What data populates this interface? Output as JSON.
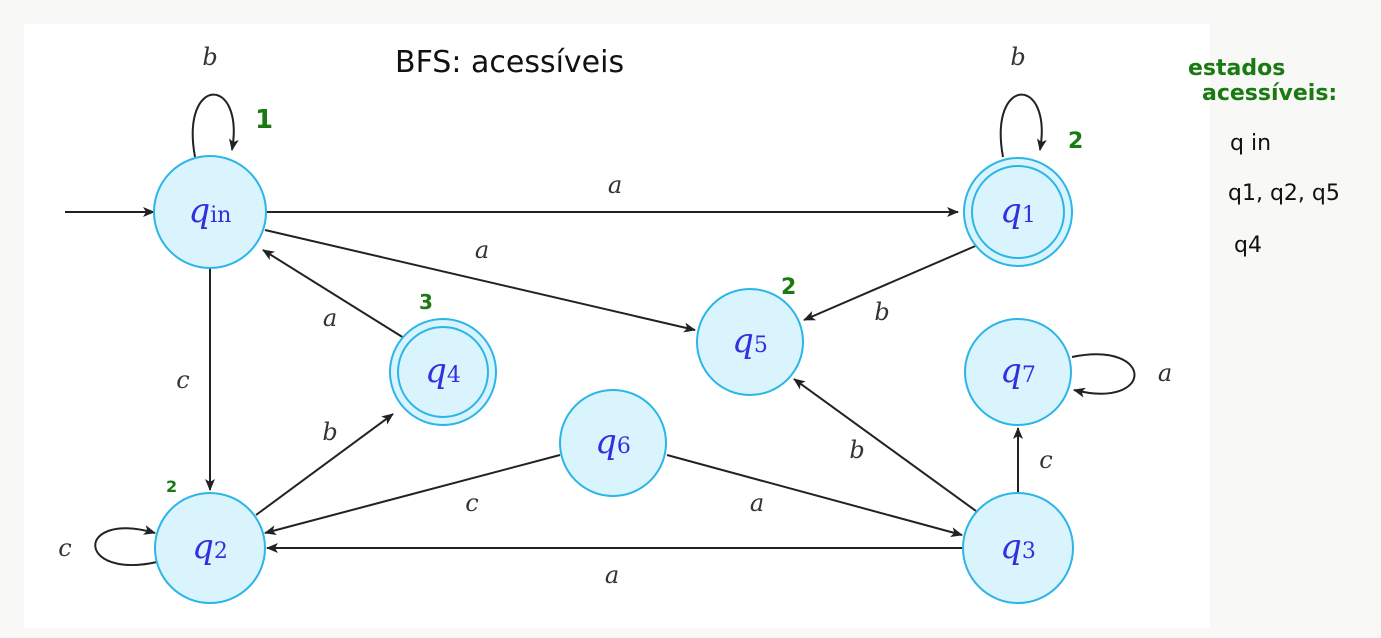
{
  "title_note": "BFS: acessíveis",
  "side_note": {
    "heading_line1": "estados",
    "heading_line2": "acessíveis:",
    "lines": [
      "q in",
      "q1, q2, q5",
      "q4"
    ]
  },
  "bfs_marks": {
    "qin": "1",
    "q1": "2",
    "q5": "2",
    "q2": "2",
    "q4": "3"
  },
  "nodes": {
    "qin": {
      "main": "q",
      "sub": "in",
      "initial": true,
      "accepting": false
    },
    "q1": {
      "main": "q",
      "sub": "1",
      "accepting": true
    },
    "q2": {
      "main": "q",
      "sub": "2",
      "accepting": false
    },
    "q3": {
      "main": "q",
      "sub": "3",
      "accepting": false
    },
    "q4": {
      "main": "q",
      "sub": "4",
      "accepting": true
    },
    "q5": {
      "main": "q",
      "sub": "5",
      "accepting": false
    },
    "q6": {
      "main": "q",
      "sub": "6",
      "accepting": false
    },
    "q7": {
      "main": "q",
      "sub": "7",
      "accepting": false
    }
  },
  "edges": [
    {
      "from": "qin",
      "to": "qin",
      "label": "b"
    },
    {
      "from": "qin",
      "to": "q1",
      "label": "a"
    },
    {
      "from": "qin",
      "to": "q5",
      "label": "a"
    },
    {
      "from": "qin",
      "to": "q2",
      "label": "c"
    },
    {
      "from": "q1",
      "to": "q1",
      "label": "b"
    },
    {
      "from": "q1",
      "to": "q5",
      "label": "b"
    },
    {
      "from": "q4",
      "to": "qin",
      "label": "a"
    },
    {
      "from": "q2",
      "to": "q4",
      "label": "b"
    },
    {
      "from": "q2",
      "to": "q2",
      "label": "c"
    },
    {
      "from": "q6",
      "to": "q2",
      "label": "c"
    },
    {
      "from": "q6",
      "to": "q3",
      "label": "a"
    },
    {
      "from": "q3",
      "to": "q2",
      "label": "a"
    },
    {
      "from": "q3",
      "to": "q5",
      "label": "b"
    },
    {
      "from": "q3",
      "to": "q7",
      "label": "c"
    },
    {
      "from": "q7",
      "to": "q7",
      "label": "a"
    }
  ],
  "colors": {
    "node_fill": "#d9f4fd",
    "node_stroke": "#2bb5e8",
    "label": "#3030e0",
    "annotation": "#1a7a12"
  }
}
